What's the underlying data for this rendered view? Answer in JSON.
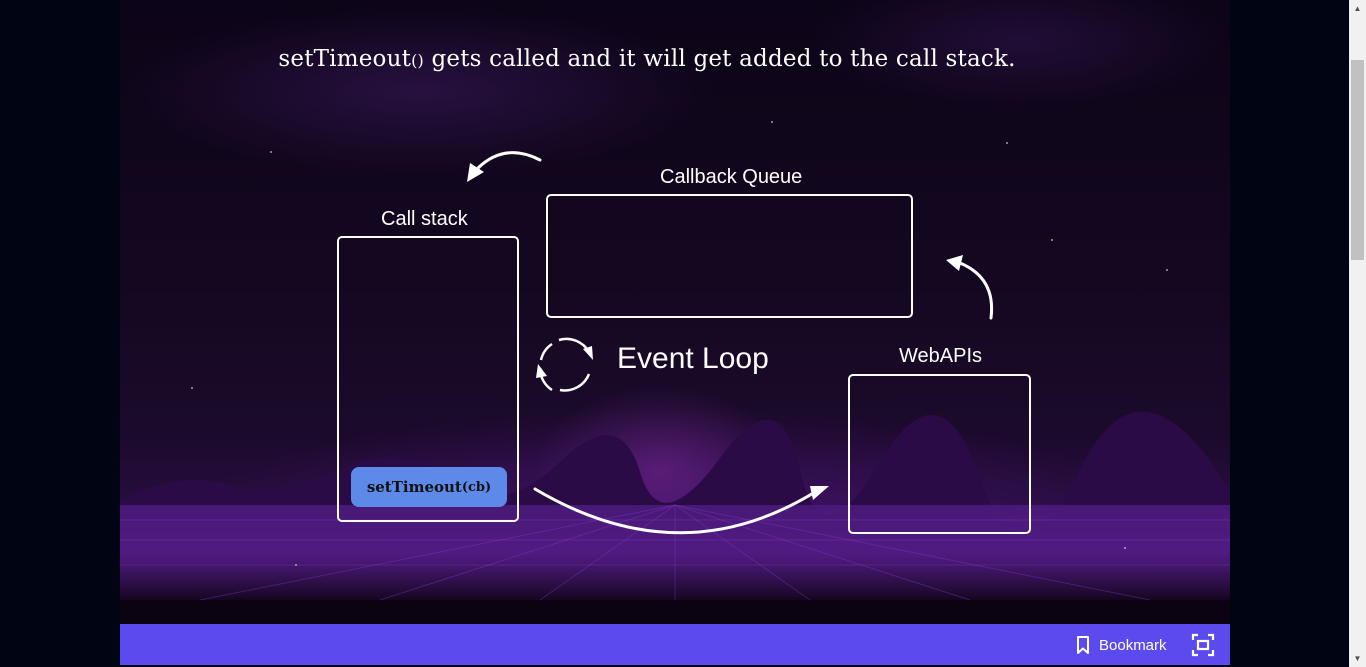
{
  "slide": {
    "caption_main": "setTimeout",
    "caption_paren": "()",
    "caption_rest": " gets called and it will get added to the call stack.",
    "call_stack_label": "Call stack",
    "callback_queue_label": "Callback Queue",
    "webapis_label": "WebAPIs",
    "event_loop_label": "Event Loop",
    "stack_frame": {
      "name": "setTimeout",
      "args": "(cb)"
    }
  },
  "toolbar": {
    "bookmark_label": "Bookmark",
    "bookmark_icon": "bookmark-icon",
    "fullscreen_icon": "fullscreen-icon"
  },
  "colors": {
    "toolbar_bg": "#5b4bef",
    "stack_frame_bg": "#5d8ae8",
    "page_bg": "#010412"
  }
}
